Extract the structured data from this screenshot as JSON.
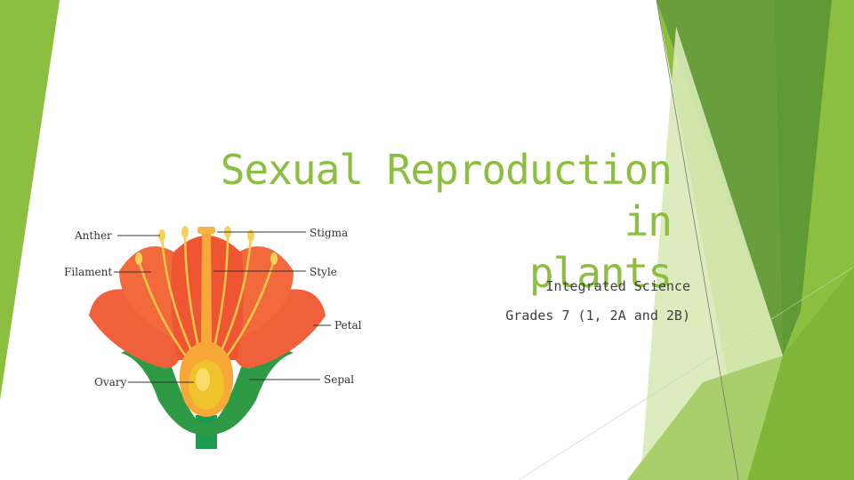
{
  "slide": {
    "title_line1": "Sexual Reproduction in",
    "title_line2": "plants",
    "subtitle_line1": "Integrated Science",
    "subtitle_line2": "Grades 7 (1, 2A and 2B)"
  },
  "diagram": {
    "labels": {
      "anther": "Anther",
      "filament": "Filament",
      "ovary": "Ovary",
      "stigma": "Stigma",
      "style": "Style",
      "petal": "Petal",
      "sepal": "Sepal"
    }
  },
  "colors": {
    "accent_green": "#8cbf3f",
    "dark_green": "#5e9a32",
    "light_green": "#dcebb9",
    "petal_red": "#f0603a",
    "pistil_orange": "#f7a839",
    "stamen_yellow": "#f4c94a"
  }
}
